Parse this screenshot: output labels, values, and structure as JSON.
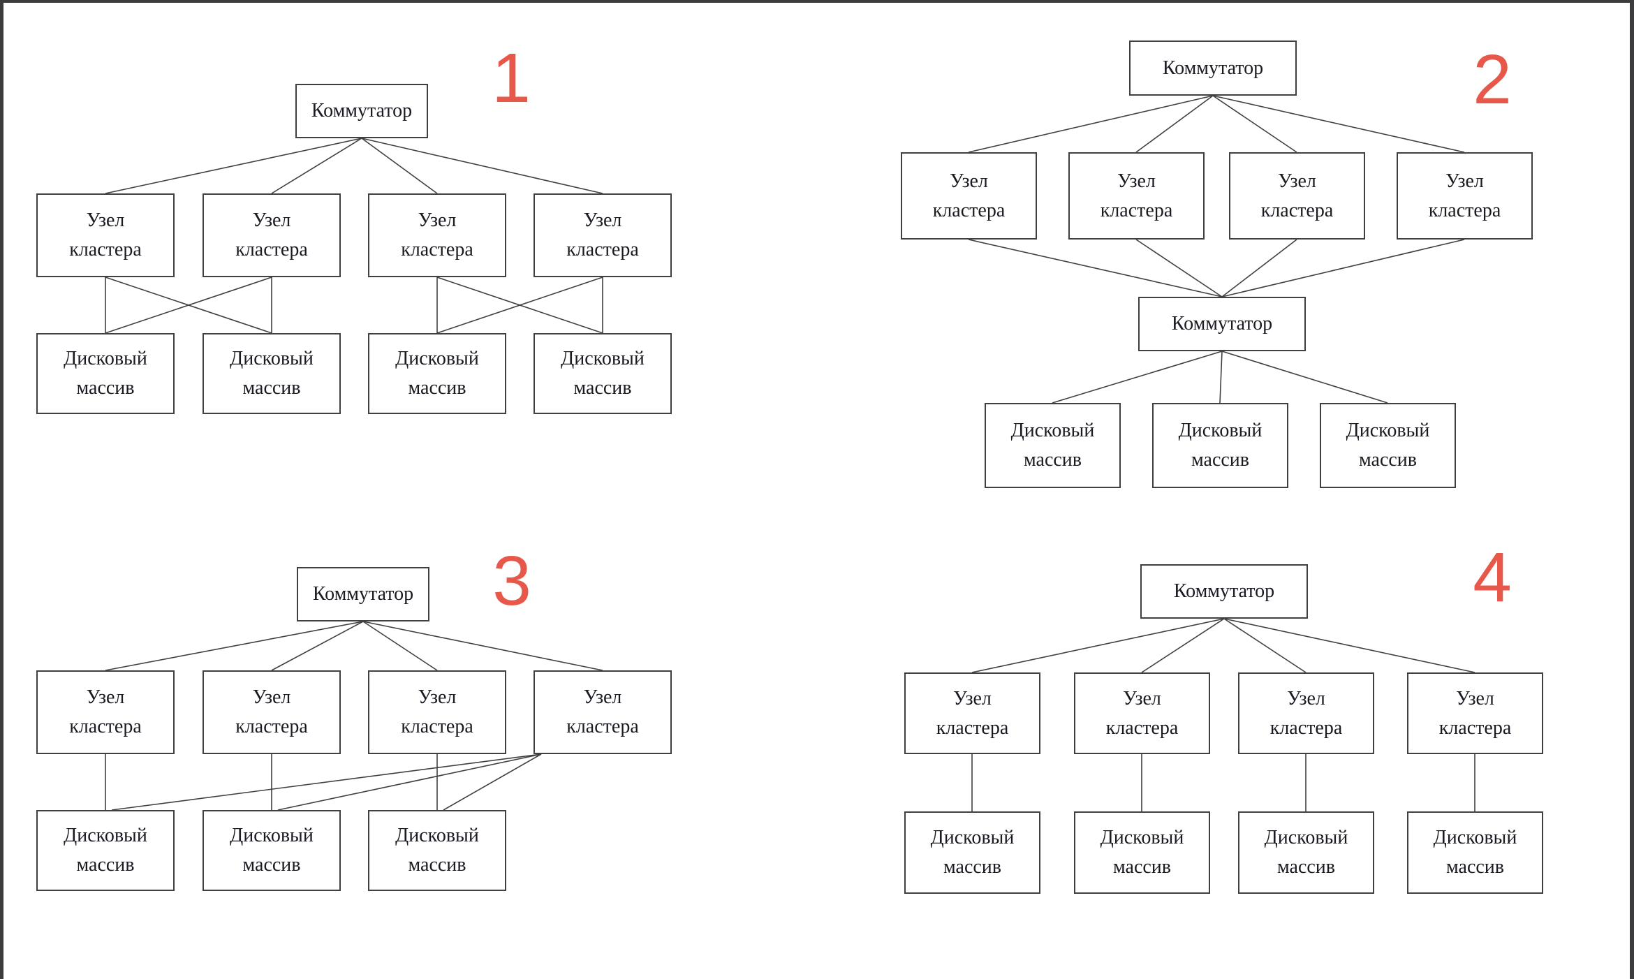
{
  "labels": {
    "switch": "Коммутатор",
    "cluster_node": "Узел\nкластера",
    "disk_array": "Дисковый\nмассив"
  },
  "diagram_numbers": {
    "d1": "1",
    "d2": "2",
    "d3": "3",
    "d4": "4"
  },
  "colors": {
    "number_red": "#e8584a",
    "connector_line": "#404040",
    "box_border": "#404040",
    "box_text": "#1a1a22",
    "frame_border": "#3c3c3e",
    "background": "#ffffff"
  }
}
